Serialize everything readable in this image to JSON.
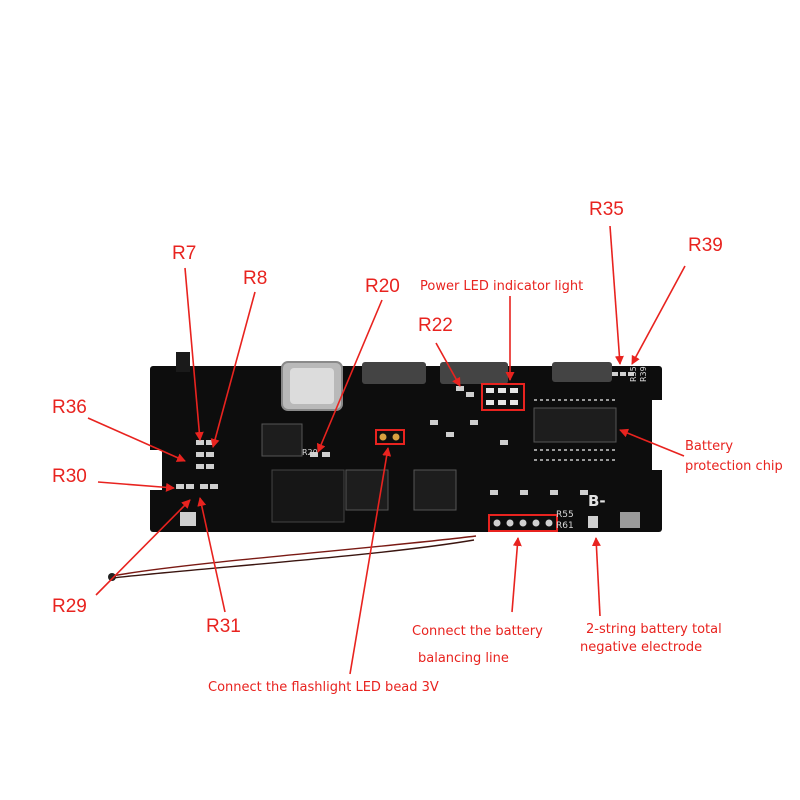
{
  "colors": {
    "annotation": "#e8231f",
    "board": "#0d0d0d",
    "silk": "#d8d8d8"
  },
  "labels": {
    "r35": "R35",
    "r39": "R39",
    "r7": "R7",
    "r8": "R8",
    "r20": "R20",
    "r22": "R22",
    "r36": "R36",
    "r30": "R30",
    "r29": "R29",
    "r31": "R31",
    "power_led": "Power LED indicator light",
    "battery_chip_1": "Battery",
    "battery_chip_2": "protection chip",
    "balancing_1": "Connect the battery",
    "balancing_2": "balancing line",
    "negative_1": "2-string battery total",
    "negative_2": "negative electrode",
    "flashlight": "Connect the flashlight LED bead 3V"
  },
  "silkscreen": {
    "r55": "R55",
    "r61": "R61",
    "b_minus": "B-",
    "r35": "R35",
    "r39": "R39",
    "r20": "R20"
  }
}
